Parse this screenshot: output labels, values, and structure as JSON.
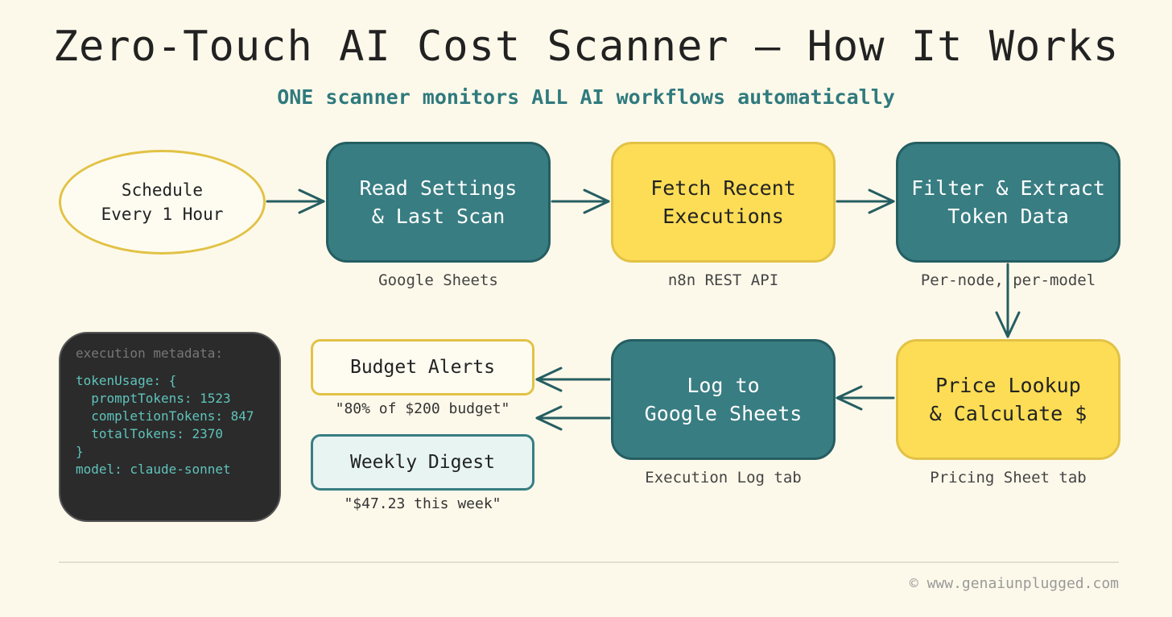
{
  "title": "Zero-Touch AI Cost Scanner – How It Works",
  "subtitle": "ONE scanner monitors ALL AI workflows automatically",
  "nodes": {
    "schedule": "Schedule\nEvery 1 Hour",
    "read_settings": "Read Settings\n& Last Scan",
    "fetch": "Fetch Recent\nExecutions",
    "filter": "Filter & Extract\nToken Data",
    "price": "Price Lookup\n& Calculate $",
    "log": "Log to\nGoogle Sheets"
  },
  "captions": {
    "read_settings": "Google Sheets",
    "fetch": "n8n REST API",
    "filter": "Per-node, per-model",
    "price": "Pricing Sheet tab",
    "log": "Execution Log tab"
  },
  "outputs": {
    "alerts": {
      "label": "Budget Alerts",
      "quote": "\"80% of $200 budget\""
    },
    "digest": {
      "label": "Weekly Digest",
      "quote": "\"$47.23 this week\""
    }
  },
  "code_sample": {
    "caption": "execution metadata:",
    "lines": [
      "tokenUsage: {",
      "  promptTokens: 1523",
      "  completionTokens: 847",
      "  totalTokens: 2370",
      "}",
      "model: claude-sonnet"
    ]
  },
  "colors": {
    "teal": "#387d82",
    "yellow": "#fcdd55",
    "background": "#fdf9ea",
    "subtitle": "#2f7a7e",
    "arrow": "#255e62"
  },
  "footer": "© www.genaiunplugged.com"
}
